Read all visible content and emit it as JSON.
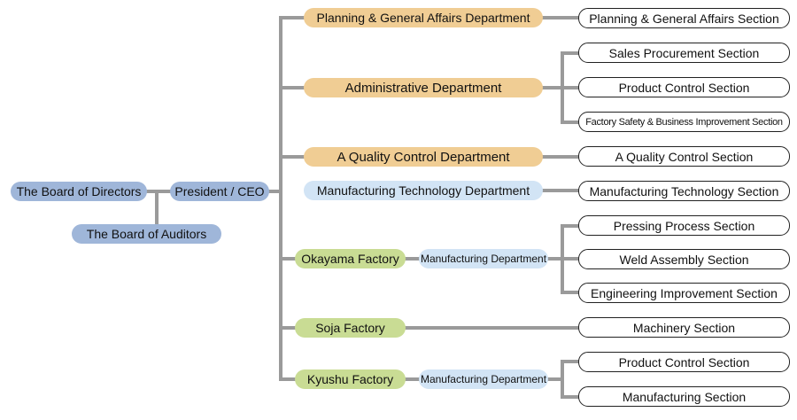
{
  "colors": {
    "board": "#9fb6d9",
    "department_orange": "#f0cd94",
    "department_lightblue": "#d2e4f5",
    "factory_green": "#c9dc94",
    "connector": "#9a9a9a",
    "section_border": "#222222"
  },
  "governance": {
    "board_of_directors": "The Board of Directors",
    "board_of_auditors": "The Board of Auditors",
    "president": "President / CEO"
  },
  "departments": {
    "planning": "Planning & General Affairs Department",
    "administrative": "Administrative Department",
    "quality": "A Quality Control Department",
    "manufacturing_technology": "Manufacturing Technology Department"
  },
  "factories": {
    "okayama": "Okayama Factory",
    "okayama_department": "Manufacturing Department",
    "soja": "Soja Factory",
    "kyushu": "Kyushu Factory",
    "kyushu_department": "Manufacturing Department"
  },
  "sections": {
    "planning_general_affairs": "Planning & General Affairs Section",
    "sales_procurement": "Sales Procurement Section",
    "product_control": "Product Control Section",
    "factory_safety": "Factory Safety & Business Improvement Section",
    "quality_control": "A Quality Control Section",
    "manufacturing_technology": "Manufacturing Technology Section",
    "pressing_process": "Pressing Process Section",
    "weld_assembly": "Weld Assembly Section",
    "engineering_improvement": "Engineering Improvement Section",
    "machinery": "Machinery Section",
    "kyushu_product_control": "Product Control Section",
    "kyushu_manufacturing": "Manufacturing Section"
  }
}
